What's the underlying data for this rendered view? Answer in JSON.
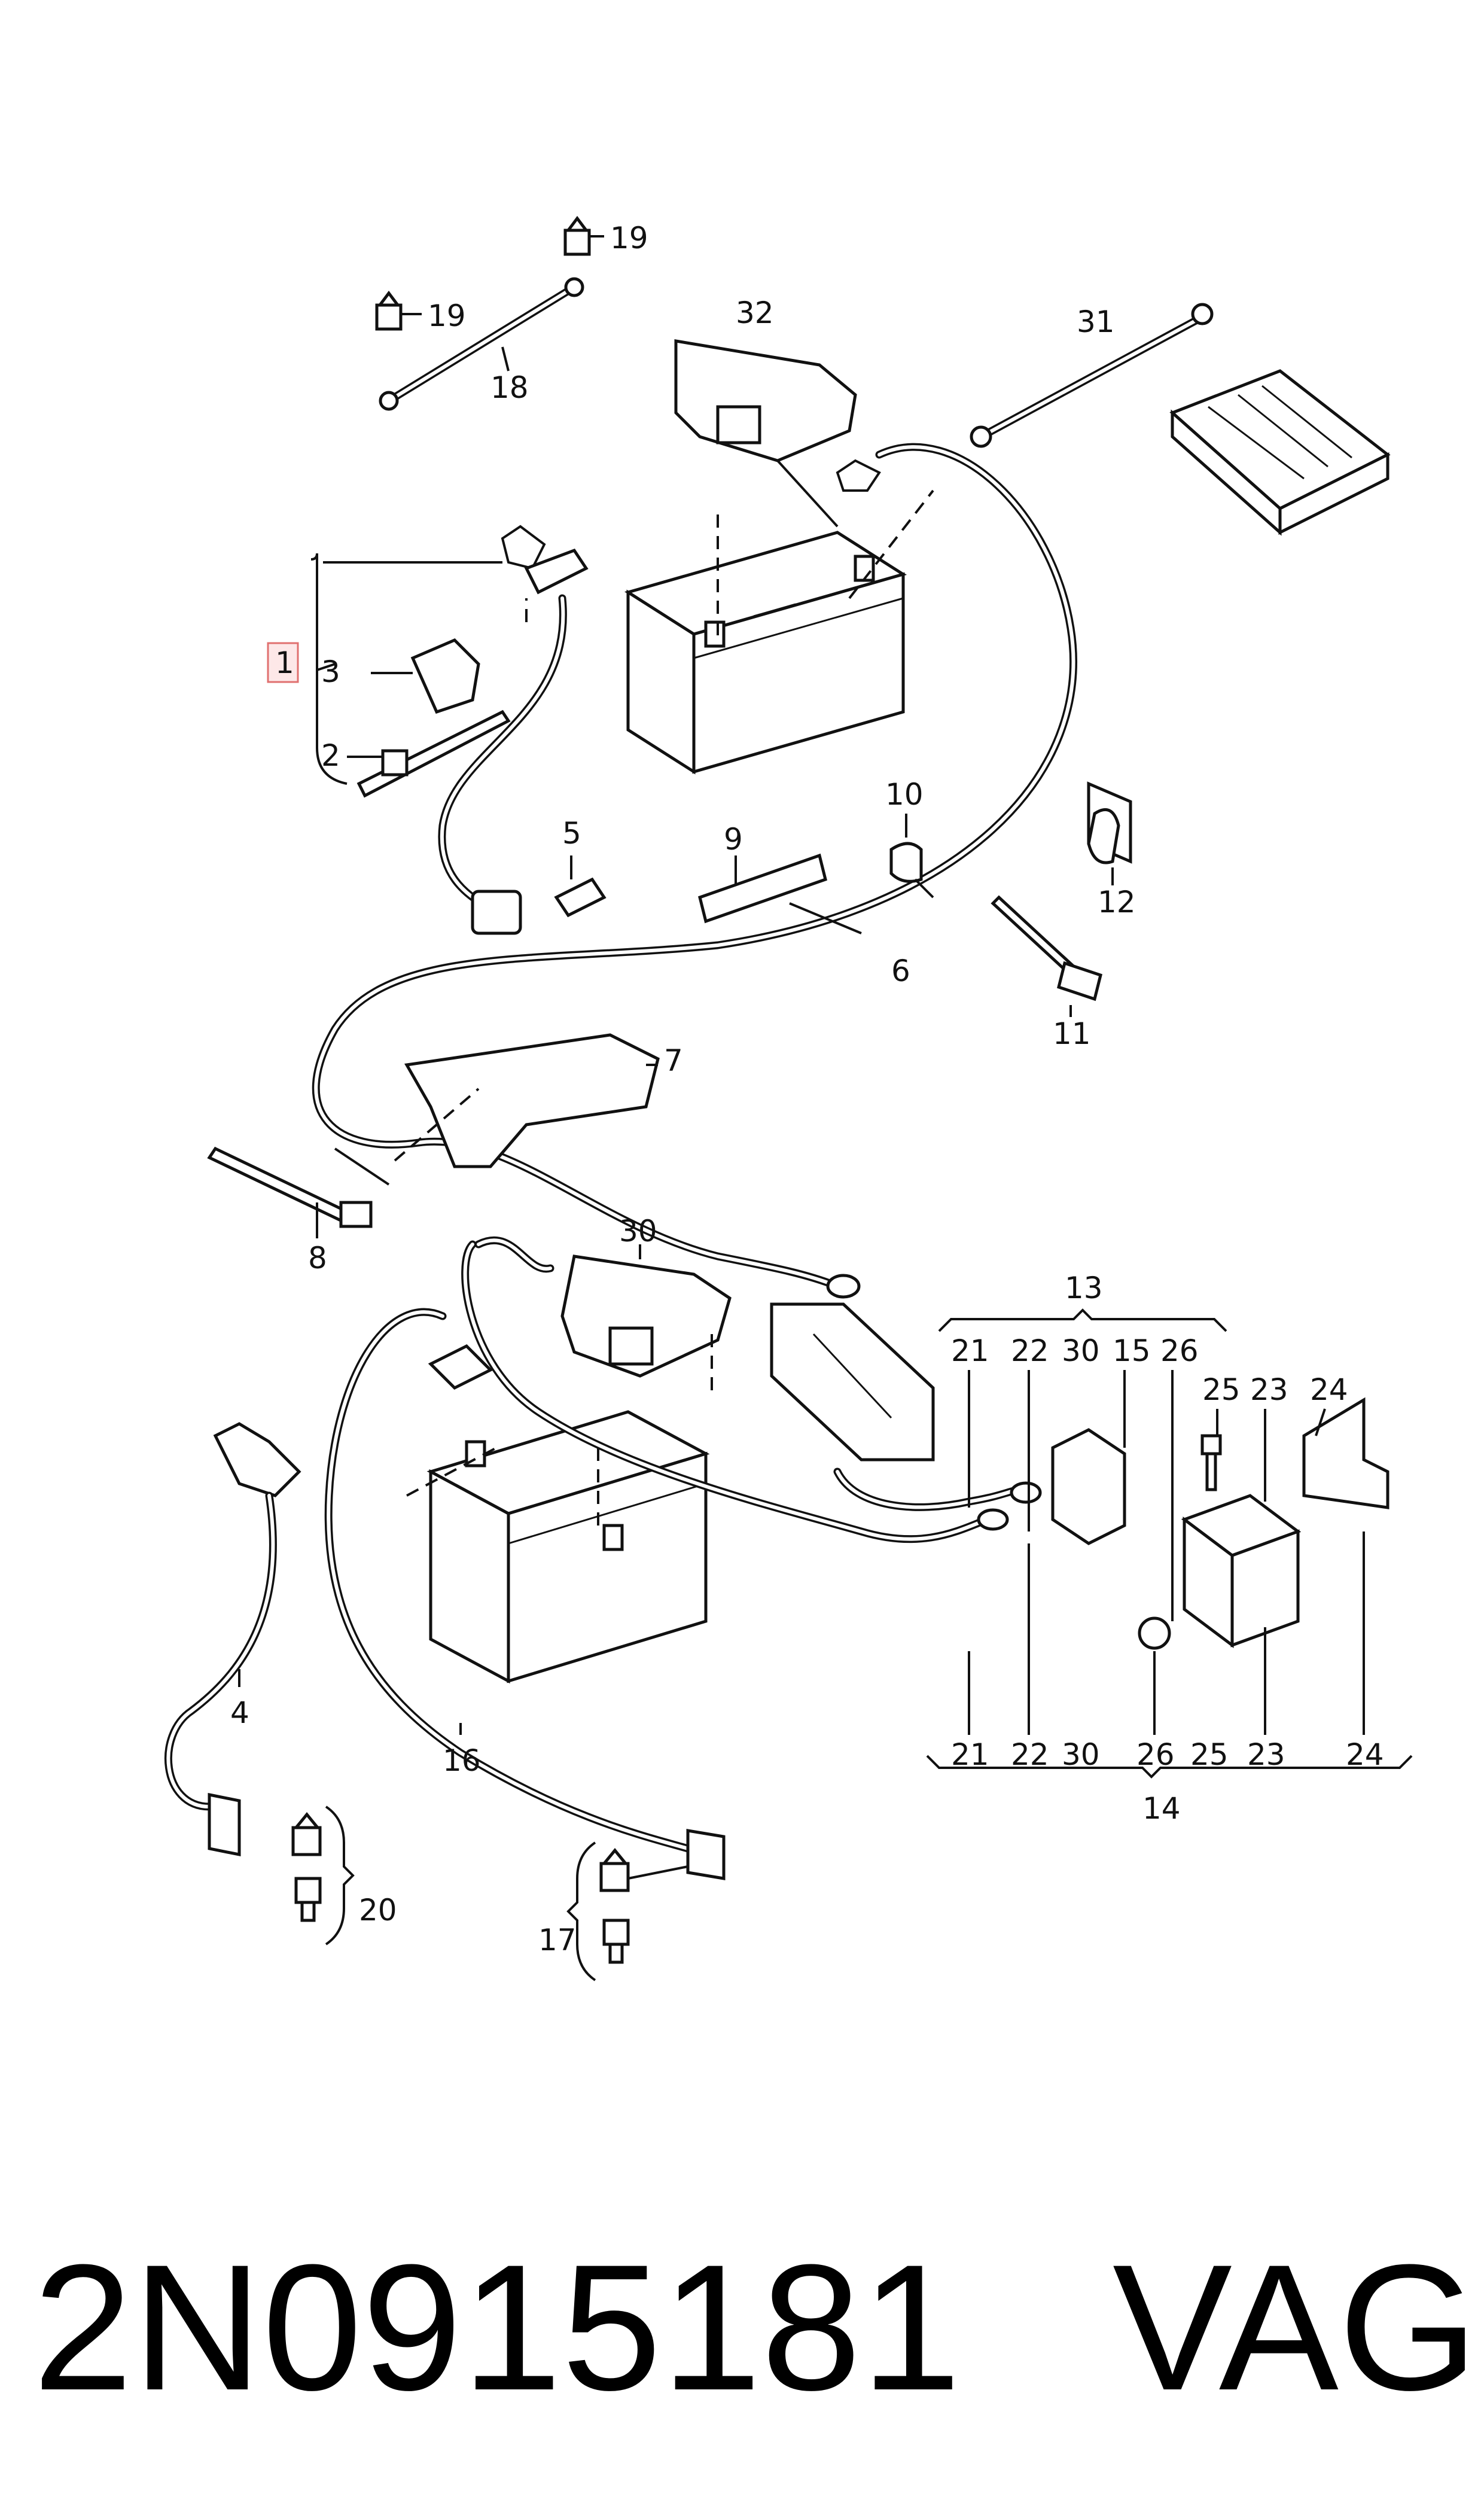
{
  "callouts": {
    "c1": "1",
    "c2": "2",
    "c3": "3",
    "c4": "4",
    "c5": "5",
    "c6": "6",
    "c7": "7",
    "c8": "8",
    "c9": "9",
    "c10": "10",
    "c11": "11",
    "c12": "12",
    "c13": "13",
    "c14": "14",
    "c15": "15",
    "c16": "16",
    "c17": "17",
    "c18": "18",
    "c19a": "19",
    "c19b": "19",
    "c20": "20",
    "c21": "21",
    "c22": "22",
    "c23": "23",
    "c24": "24",
    "c25": "25",
    "c26": "26",
    "c30": "30",
    "c31": "31",
    "c32": "32"
  },
  "group13": {
    "title": "13",
    "items": [
      "21",
      "22",
      "30",
      "15",
      "26"
    ]
  },
  "group14": {
    "title": "14",
    "items": [
      "21",
      "22",
      "30",
      "26",
      "25",
      "23",
      "24"
    ]
  },
  "group_right": {
    "items": [
      "25",
      "23",
      "24"
    ]
  },
  "footer": {
    "part_number": "2N0915181",
    "brand": "VAG"
  },
  "colors": {
    "line": "#111111",
    "highlight_box": "#e0706f",
    "highlight_fill": "#fde8e8"
  }
}
